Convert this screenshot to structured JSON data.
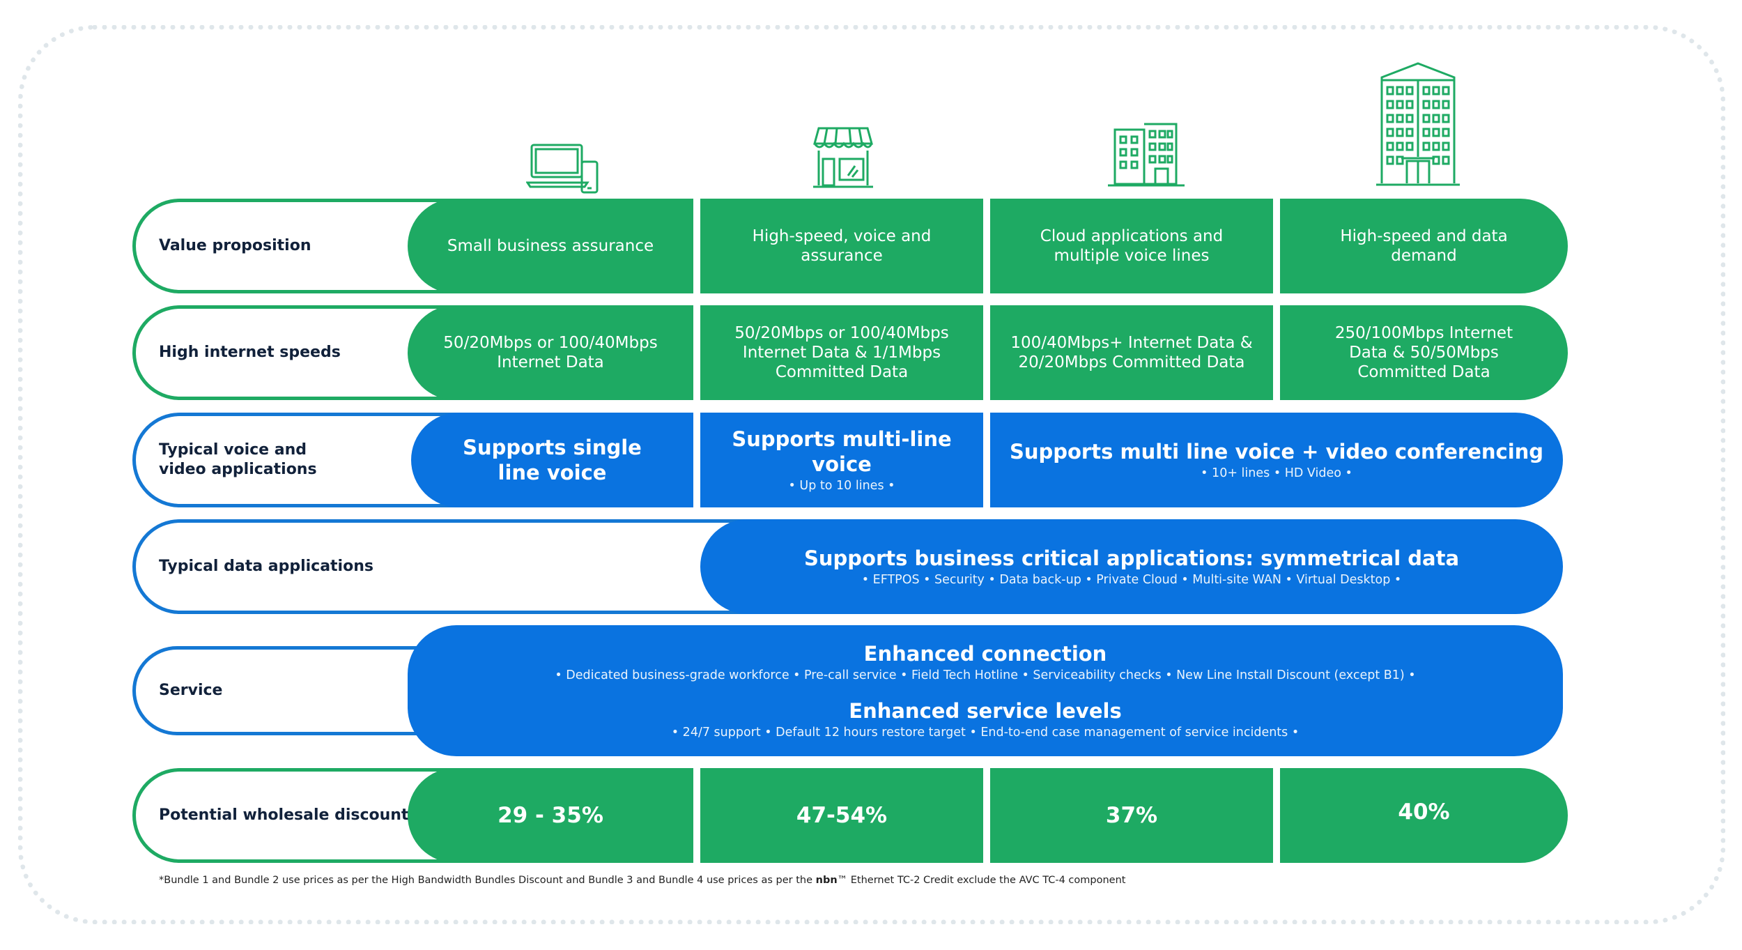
{
  "rows": {
    "value_proposition": {
      "label": "Value proposition",
      "cells": [
        "Small business assurance",
        "High-speed, voice and assurance",
        "Cloud applications and multiple voice lines",
        "High-speed and data demand"
      ]
    },
    "internet_speeds": {
      "label": "High internet speeds",
      "cells": [
        "50/20Mbps or 100/40Mbps Internet Data",
        "50/20Mbps or 100/40Mbps Internet Data & 1/1Mbps Committed Data",
        "100/40Mbps+ Internet Data & 20/20Mbps Committed Data",
        "250/100Mbps Internet Data & 50/50Mbps Committed Data"
      ]
    },
    "voice_video": {
      "label": "Typical voice and\nvideo applications",
      "cell1": "Supports single line voice",
      "cell2_title": "Supports multi-line voice",
      "cell2_sub": "• Up to 10 lines •",
      "cell3_title": "Supports multi line voice + video conferencing",
      "cell3_sub": "• 10+ lines • HD Video •"
    },
    "data_apps": {
      "label": "Typical data applications",
      "title": "Supports business critical applications: symmetrical data",
      "sub": "• EFTPOS • Security  • Data back-up • Private Cloud • Multi-site WAN • Virtual Desktop •"
    },
    "service": {
      "label": "Service",
      "title1": "Enhanced connection",
      "sub1": "• Dedicated business-grade workforce • Pre-call service • Field Tech Hotline • Serviceability checks • New Line Install Discount (except B1) •",
      "title2": "Enhanced service levels",
      "sub2": "• 24/7 support • Default 12 hours restore target • End-to-end case management of service incidents •"
    },
    "discount": {
      "label": "Potential wholesale discount*",
      "cells": [
        "29 - 35%",
        "47-54%",
        "37%",
        "40%"
      ]
    }
  },
  "footnote": {
    "before": "*Bundle 1 and Bundle 2 use prices as per the High Bandwidth Bundles Discount and Bundle 3 and Bundle 4 use prices as per the ",
    "brand": "nbn",
    "after": "™ Ethernet TC-2  Credit exclude the AVC TC-4 component"
  },
  "icons": [
    "laptop-phone-icon",
    "storefront-icon",
    "office-building-icon",
    "tower-building-icon"
  ],
  "colors": {
    "green": "#1eaa63",
    "blue": "#0a73e0",
    "dark_text": "#11213a"
  }
}
